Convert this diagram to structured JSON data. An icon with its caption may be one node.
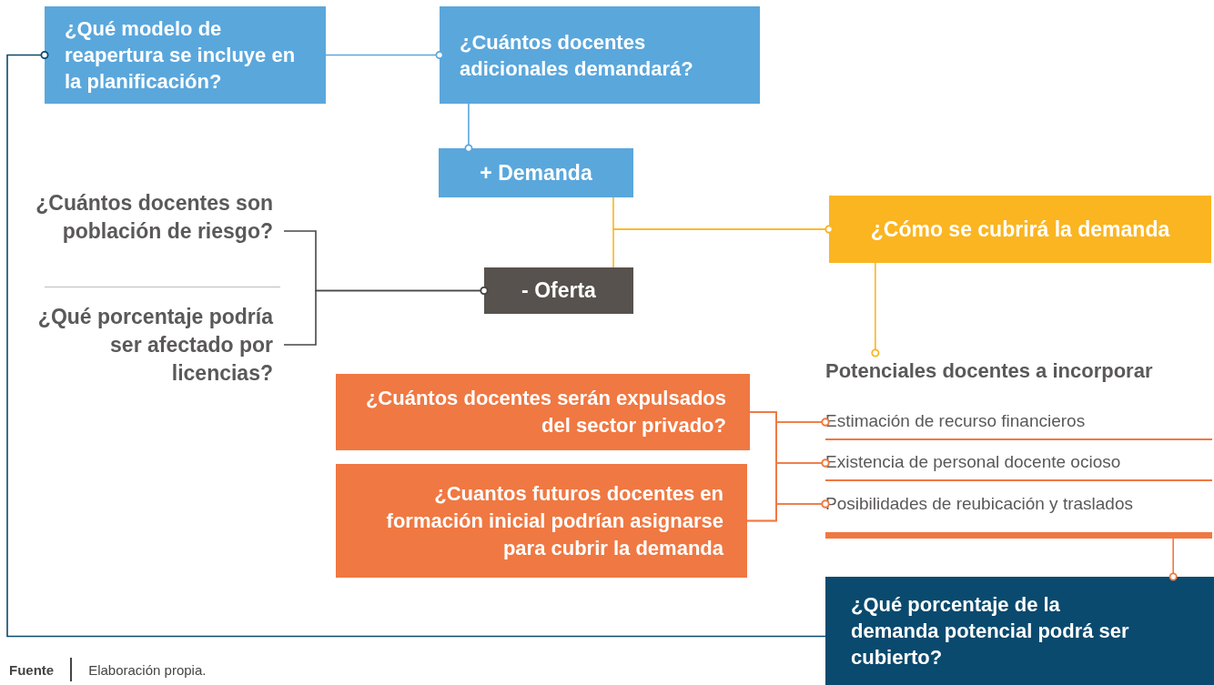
{
  "diagram": {
    "nodes": [
      {
        "text": [
          "¿Qué modelo de reapertura se incluye en la planificación?"
        ]
      },
      {
        "text": [
          "¿Cuántos docentes adicionales demandará?"
        ]
      },
      {
        "text": [
          "+ Demanda"
        ]
      },
      {
        "text": [
          "¿Cuántos docentes son población de riesgo?"
        ]
      },
      {
        "text": [
          "¿Qué porcentaje podría ser afectado por licencias?"
        ]
      },
      {
        "text": [
          "- Oferta"
        ]
      },
      {
        "text": [
          "¿Cómo se cubrirá la demanda"
        ]
      },
      {
        "text": [
          "Potenciales docentes a incorporar"
        ]
      },
      {
        "text": [
          "Estimación de recurso financieros"
        ],
        "in": 7
      },
      {
        "text": [
          "Existencia de personal docente ocioso"
        ],
        "in": 7
      },
      {
        "text": [
          "Posibilidades de reubicación y traslados"
        ],
        "in": 7
      },
      {
        "text": [
          "¿Cuántos docentes serán expulsados del sector privado?"
        ]
      },
      {
        "text": [
          "¿Cuantos futuros docentes en formación inicial podrían asignarse para cubrir la demanda"
        ]
      },
      {
        "text": [
          "¿Qué porcentaje de la demanda potencial podrá ser cubierto?"
        ]
      }
    ],
    "edges": [
      {
        "from": 0,
        "to": 1,
        "arrow": "other",
        "color": "#5aa7dc"
      },
      {
        "from": 1,
        "to": 2,
        "arrow": "other",
        "color": "#5aa7dc"
      },
      {
        "from": 2,
        "to": 6,
        "arrow": "other",
        "color": "#fbb521"
      },
      {
        "from": 5,
        "to": 6,
        "arrow": "other",
        "color": "#fbb521"
      },
      {
        "from": 3,
        "to": 5,
        "arrow": "other",
        "color": "#4a4646"
      },
      {
        "from": 4,
        "to": 5,
        "arrow": "other",
        "color": "#4a4646"
      },
      {
        "from": 6,
        "to": 7,
        "arrow": "other",
        "color": "#fbb521"
      },
      {
        "from": 11,
        "to": 8,
        "arrow": "other"
      },
      {
        "from": 11,
        "to": 9,
        "arrow": "other"
      },
      {
        "from": 11,
        "to": 10,
        "arrow": "other"
      },
      {
        "from": 12,
        "to": 8,
        "arrow": "other"
      },
      {
        "from": 12,
        "to": 9,
        "arrow": "other"
      },
      {
        "from": 12,
        "to": 10,
        "arrow": "other"
      },
      {
        "from": 7,
        "to": 13,
        "arrow": "other"
      },
      {
        "from": 13,
        "to": 0,
        "arrow": "other",
        "color": "#0a4a6e"
      }
    ],
    "labels": [
      "Fuente",
      "Elaboración propia."
    ]
  }
}
